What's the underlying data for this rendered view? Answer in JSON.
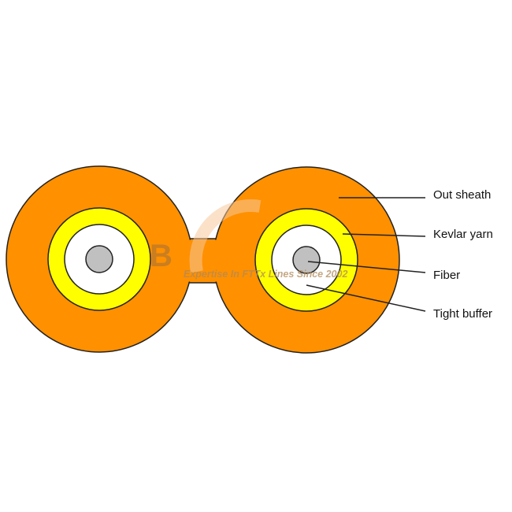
{
  "diagram": {
    "title": "Duplex tight-buffered fiber cable cross-section",
    "labels": {
      "out_sheath": "Out sheath",
      "kevlar_yarn": "Kevlar yarn",
      "fiber": "Fiber",
      "tight_buffer": "Tight buffer"
    },
    "colors": {
      "sheath": "#FF9000",
      "kevlar": "#FFFF00",
      "buffer": "#FFFFFF",
      "fiber": "#C0C0C0",
      "outline": "#222222"
    }
  },
  "watermark": {
    "tagline": "Expertise In FTTx Lines Since 2002"
  }
}
